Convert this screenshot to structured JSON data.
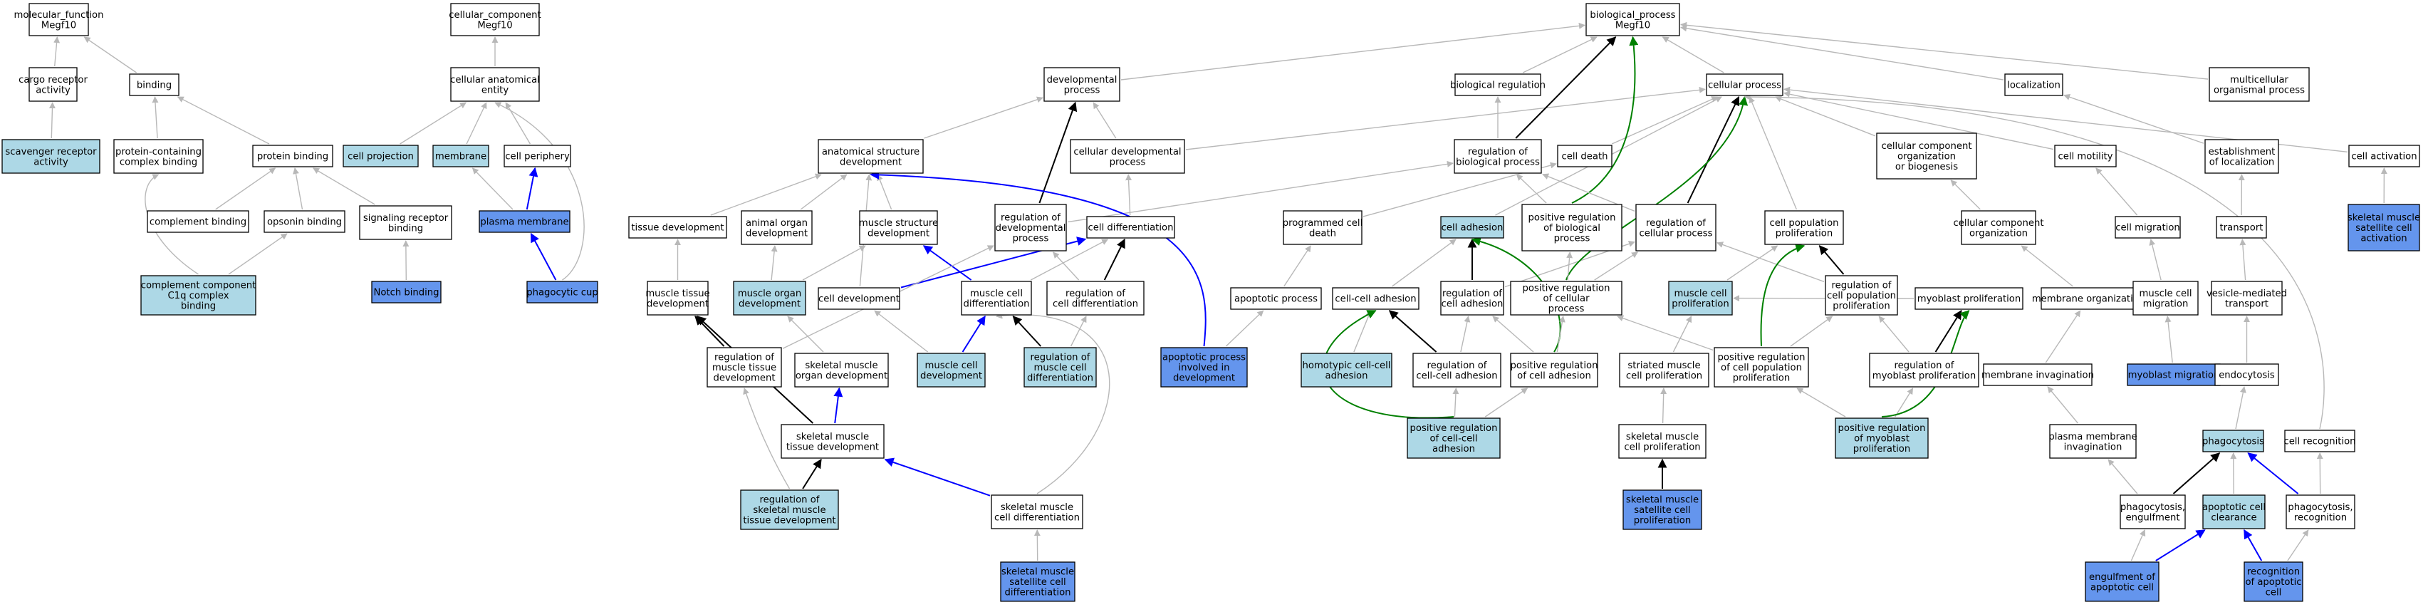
{
  "title": "",
  "colors": {
    "default_fill": "#ffffff",
    "light_blue": "#add8e6",
    "cornflower": "#6495ed",
    "edge_gray": "#b8b8b8",
    "edge_black": "#000000",
    "edge_blue": "#0000ff",
    "edge_green": "#008000"
  },
  "nodes": [
    {
      "id": "mf",
      "lines": [
        "molecular_function",
        "Megf10"
      ],
      "fill": "default"
    },
    {
      "id": "cargo",
      "lines": [
        "cargo receptor",
        "activity"
      ],
      "fill": "default"
    },
    {
      "id": "scav",
      "lines": [
        "scavenger receptor",
        "activity"
      ],
      "fill": "light"
    },
    {
      "id": "binding",
      "lines": [
        "binding"
      ],
      "fill": "default"
    },
    {
      "id": "pccb",
      "lines": [
        "protein-containing",
        "complex binding"
      ],
      "fill": "default"
    },
    {
      "id": "protbind",
      "lines": [
        "protein binding"
      ],
      "fill": "default"
    },
    {
      "id": "compbind",
      "lines": [
        "complement binding"
      ],
      "fill": "default"
    },
    {
      "id": "opsbind",
      "lines": [
        "opsonin binding"
      ],
      "fill": "default"
    },
    {
      "id": "sigrec",
      "lines": [
        "signaling receptor",
        "binding"
      ],
      "fill": "default"
    },
    {
      "id": "c1q",
      "lines": [
        "complement component",
        "C1q complex",
        "binding"
      ],
      "fill": "light"
    },
    {
      "id": "notch",
      "lines": [
        "Notch binding"
      ],
      "fill": "dark"
    },
    {
      "id": "cc",
      "lines": [
        "cellular_component",
        "Megf10"
      ],
      "fill": "default"
    },
    {
      "id": "cae",
      "lines": [
        "cellular anatomical",
        "entity"
      ],
      "fill": "default"
    },
    {
      "id": "cellproj",
      "lines": [
        "cell projection"
      ],
      "fill": "light"
    },
    {
      "id": "membrane",
      "lines": [
        "membrane"
      ],
      "fill": "light"
    },
    {
      "id": "cellper",
      "lines": [
        "cell periphery"
      ],
      "fill": "default"
    },
    {
      "id": "plasmem",
      "lines": [
        "plasma membrane"
      ],
      "fill": "dark"
    },
    {
      "id": "phagcup",
      "lines": [
        "phagocytic cup"
      ],
      "fill": "dark"
    },
    {
      "id": "bp",
      "lines": [
        "biological_process",
        "Megf10"
      ],
      "fill": "default"
    },
    {
      "id": "devproc",
      "lines": [
        "developmental",
        "process"
      ],
      "fill": "default"
    },
    {
      "id": "bioreg",
      "lines": [
        "biological regulation"
      ],
      "fill": "default"
    },
    {
      "id": "cellproc",
      "lines": [
        "cellular process"
      ],
      "fill": "default"
    },
    {
      "id": "local",
      "lines": [
        "localization"
      ],
      "fill": "default"
    },
    {
      "id": "multi",
      "lines": [
        "multicellular",
        "organismal process"
      ],
      "fill": "default"
    },
    {
      "id": "asd",
      "lines": [
        "anatomical structure",
        "development"
      ],
      "fill": "default"
    },
    {
      "id": "celldevproc",
      "lines": [
        "cellular developmental",
        "process"
      ],
      "fill": "default"
    },
    {
      "id": "regbio",
      "lines": [
        "regulation of",
        "biological process"
      ],
      "fill": "default"
    },
    {
      "id": "celldeath",
      "lines": [
        "cell death"
      ],
      "fill": "default"
    },
    {
      "id": "ccob",
      "lines": [
        "cellular component",
        "organization",
        "or biogenesis"
      ],
      "fill": "default"
    },
    {
      "id": "cellmot",
      "lines": [
        "cell motility"
      ],
      "fill": "default"
    },
    {
      "id": "estloc",
      "lines": [
        "establishment",
        "of localization"
      ],
      "fill": "default"
    },
    {
      "id": "cellact",
      "lines": [
        "cell activation"
      ],
      "fill": "default"
    },
    {
      "id": "tissdev",
      "lines": [
        "tissue development"
      ],
      "fill": "default"
    },
    {
      "id": "animorg",
      "lines": [
        "animal organ",
        "development"
      ],
      "fill": "default"
    },
    {
      "id": "musstr",
      "lines": [
        "muscle structure",
        "development"
      ],
      "fill": "default"
    },
    {
      "id": "regdev",
      "lines": [
        "regulation of",
        "developmental",
        "process"
      ],
      "fill": "default"
    },
    {
      "id": "celldiff",
      "lines": [
        "cell differentiation"
      ],
      "fill": "default"
    },
    {
      "id": "progdeath",
      "lines": [
        "programmed cell",
        "death"
      ],
      "fill": "default"
    },
    {
      "id": "celladh",
      "lines": [
        "cell adhesion"
      ],
      "fill": "light"
    },
    {
      "id": "posregbio",
      "lines": [
        "positive regulation",
        "of biological",
        "process"
      ],
      "fill": "default"
    },
    {
      "id": "regcell",
      "lines": [
        "regulation of",
        "cellular process"
      ],
      "fill": "default"
    },
    {
      "id": "cellpopprol",
      "lines": [
        "cell population",
        "proliferation"
      ],
      "fill": "default"
    },
    {
      "id": "ccorg",
      "lines": [
        "cellular component",
        "organization"
      ],
      "fill": "default"
    },
    {
      "id": "cellmig",
      "lines": [
        "cell migration"
      ],
      "fill": "default"
    },
    {
      "id": "transport",
      "lines": [
        "transport"
      ],
      "fill": "default"
    },
    {
      "id": "skmsatact",
      "lines": [
        "skeletal muscle",
        "satellite cell",
        "activation"
      ],
      "fill": "dark"
    },
    {
      "id": "mustiss",
      "lines": [
        "muscle tissue",
        "development"
      ],
      "fill": "default"
    },
    {
      "id": "musorg",
      "lines": [
        "muscle organ",
        "development"
      ],
      "fill": "light"
    },
    {
      "id": "celldev",
      "lines": [
        "cell development"
      ],
      "fill": "default"
    },
    {
      "id": "muscelldiff",
      "lines": [
        "muscle cell",
        "differentiation"
      ],
      "fill": "default"
    },
    {
      "id": "regcelldiff",
      "lines": [
        "regulation of",
        "cell differentiation"
      ],
      "fill": "default"
    },
    {
      "id": "apop",
      "lines": [
        "apoptotic process"
      ],
      "fill": "default"
    },
    {
      "id": "ccadh",
      "lines": [
        "cell-cell adhesion"
      ],
      "fill": "default"
    },
    {
      "id": "regcelladh",
      "lines": [
        "regulation of",
        "cell adhesion"
      ],
      "fill": "default"
    },
    {
      "id": "posregcell",
      "lines": [
        "positive regulation",
        "of cellular",
        "process"
      ],
      "fill": "default"
    },
    {
      "id": "muscellprol",
      "lines": [
        "muscle cell",
        "proliferation"
      ],
      "fill": "light"
    },
    {
      "id": "regcellpop",
      "lines": [
        "regulation of",
        "cell population",
        "proliferation"
      ],
      "fill": "default"
    },
    {
      "id": "myoprol",
      "lines": [
        "myoblast proliferation"
      ],
      "fill": "default"
    },
    {
      "id": "memorg",
      "lines": [
        "membrane organization"
      ],
      "fill": "default"
    },
    {
      "id": "muscellmig",
      "lines": [
        "muscle cell",
        "migration"
      ],
      "fill": "default"
    },
    {
      "id": "vesic",
      "lines": [
        "vesicle-mediated",
        "transport"
      ],
      "fill": "default"
    },
    {
      "id": "regmustiss",
      "lines": [
        "regulation of",
        "muscle tissue",
        "development"
      ],
      "fill": "default"
    },
    {
      "id": "skmorg",
      "lines": [
        "skeletal muscle",
        "organ development"
      ],
      "fill": "default"
    },
    {
      "id": "muscelldev",
      "lines": [
        "muscle cell",
        "development"
      ],
      "fill": "light"
    },
    {
      "id": "regmuscelldiff",
      "lines": [
        "regulation of",
        "muscle cell",
        "differentiation"
      ],
      "fill": "light"
    },
    {
      "id": "apopdev",
      "lines": [
        "apoptotic process",
        "involved in",
        "development"
      ],
      "fill": "dark"
    },
    {
      "id": "homotyp",
      "lines": [
        "homotypic cell-cell",
        "adhesion"
      ],
      "fill": "light"
    },
    {
      "id": "regccadh",
      "lines": [
        "regulation of",
        "cell-cell adhesion"
      ],
      "fill": "default"
    },
    {
      "id": "posregcelladh",
      "lines": [
        "positive regulation",
        "of cell adhesion"
      ],
      "fill": "default"
    },
    {
      "id": "strmus",
      "lines": [
        "striated muscle",
        "cell proliferation"
      ],
      "fill": "default"
    },
    {
      "id": "posregcellpop",
      "lines": [
        "positive regulation",
        "of cell population",
        "proliferation"
      ],
      "fill": "default"
    },
    {
      "id": "regmyo",
      "lines": [
        "regulation of",
        "myoblast proliferation"
      ],
      "fill": "default"
    },
    {
      "id": "meminv",
      "lines": [
        "membrane invagination"
      ],
      "fill": "default"
    },
    {
      "id": "myomig",
      "lines": [
        "myoblast migration"
      ],
      "fill": "dark"
    },
    {
      "id": "endo",
      "lines": [
        "endocytosis"
      ],
      "fill": "default"
    },
    {
      "id": "skmtiss",
      "lines": [
        "skeletal muscle",
        "tissue development"
      ],
      "fill": "default"
    },
    {
      "id": "posregccadh",
      "lines": [
        "positive regulation",
        "of cell-cell",
        "adhesion"
      ],
      "fill": "light"
    },
    {
      "id": "posregmyo",
      "lines": [
        "positive regulation",
        "of myoblast",
        "proliferation"
      ],
      "fill": "light"
    },
    {
      "id": "skmcellprol",
      "lines": [
        "skeletal muscle",
        "cell proliferation"
      ],
      "fill": "default"
    },
    {
      "id": "pminv",
      "lines": [
        "plasma membrane",
        "invagination"
      ],
      "fill": "default"
    },
    {
      "id": "phago",
      "lines": [
        "phagocytosis"
      ],
      "fill": "light"
    },
    {
      "id": "cellrec",
      "lines": [
        "cell recognition"
      ],
      "fill": "default"
    },
    {
      "id": "regskmtiss",
      "lines": [
        "regulation of",
        "skeletal muscle",
        "tissue development"
      ],
      "fill": "light"
    },
    {
      "id": "skmcelldiff",
      "lines": [
        "skeletal muscle",
        "cell differentiation"
      ],
      "fill": "default"
    },
    {
      "id": "skmsatprol",
      "lines": [
        "skeletal muscle",
        "satellite cell",
        "proliferation"
      ],
      "fill": "dark"
    },
    {
      "id": "phagengulf",
      "lines": [
        "phagocytosis,",
        "engulfment"
      ],
      "fill": "default"
    },
    {
      "id": "apopclear",
      "lines": [
        "apoptotic cell",
        "clearance"
      ],
      "fill": "light"
    },
    {
      "id": "phagrec",
      "lines": [
        "phagocytosis,",
        "recognition"
      ],
      "fill": "default"
    },
    {
      "id": "skmsatdiff",
      "lines": [
        "skeletal muscle",
        "satellite cell",
        "differentiation"
      ],
      "fill": "dark"
    },
    {
      "id": "engulf",
      "lines": [
        "engulfment of",
        "apoptotic cell"
      ],
      "fill": "dark"
    },
    {
      "id": "recapop",
      "lines": [
        "recognition",
        "of apoptotic",
        "cell"
      ],
      "fill": "dark"
    }
  ],
  "edges": [
    [
      "cargo",
      "mf",
      "gray"
    ],
    [
      "binding",
      "mf",
      "gray"
    ],
    [
      "scav",
      "cargo",
      "gray"
    ],
    [
      "pccb",
      "binding",
      "gray"
    ],
    [
      "protbind",
      "binding",
      "gray"
    ],
    [
      "compbind",
      "protbind",
      "gray"
    ],
    [
      "opsbind",
      "protbind",
      "gray"
    ],
    [
      "sigrec",
      "protbind",
      "gray"
    ],
    [
      "c1q",
      "pccb",
      "gray"
    ],
    [
      "c1q",
      "opsbind",
      "gray"
    ],
    [
      "notch",
      "sigrec",
      "gray"
    ],
    [
      "cae",
      "cc",
      "gray"
    ],
    [
      "cellproj",
      "cae",
      "gray"
    ],
    [
      "membrane",
      "cae",
      "gray"
    ],
    [
      "cellper",
      "cae",
      "gray"
    ],
    [
      "plasmem",
      "membrane",
      "gray"
    ],
    [
      "plasmem",
      "cellper",
      "blue"
    ],
    [
      "phagcup",
      "plasmem",
      "blue"
    ],
    [
      "phagcup",
      "cae",
      "gray"
    ],
    [
      "devproc",
      "bp",
      "gray"
    ],
    [
      "bioreg",
      "bp",
      "gray"
    ],
    [
      "cellproc",
      "bp",
      "gray"
    ],
    [
      "local",
      "bp",
      "gray"
    ],
    [
      "multi",
      "bp",
      "gray"
    ],
    [
      "asd",
      "devproc",
      "gray"
    ],
    [
      "celldevproc",
      "devproc",
      "gray"
    ],
    [
      "celldevproc",
      "cellproc",
      "gray"
    ],
    [
      "regbio",
      "bioreg",
      "gray"
    ],
    [
      "regbio",
      "bp",
      "black"
    ],
    [
      "celldeath",
      "cellproc",
      "gray"
    ],
    [
      "ccob",
      "cellproc",
      "gray"
    ],
    [
      "cellmot",
      "cellproc",
      "gray"
    ],
    [
      "estloc",
      "local",
      "gray"
    ],
    [
      "cellact",
      "cellproc",
      "gray"
    ],
    [
      "tissdev",
      "asd",
      "gray"
    ],
    [
      "animorg",
      "asd",
      "gray"
    ],
    [
      "musstr",
      "asd",
      "gray"
    ],
    [
      "regdev",
      "devproc",
      "black"
    ],
    [
      "regdev",
      "regbio",
      "gray"
    ],
    [
      "celldiff",
      "celldevproc",
      "gray"
    ],
    [
      "progdeath",
      "celldeath",
      "gray"
    ],
    [
      "celladh",
      "cellproc",
      "gray"
    ],
    [
      "posregbio",
      "regbio",
      "gray"
    ],
    [
      "posregbio",
      "bp",
      "green"
    ],
    [
      "regcell",
      "regbio",
      "gray"
    ],
    [
      "regcell",
      "cellproc",
      "black"
    ],
    [
      "cellpopprol",
      "cellproc",
      "gray"
    ],
    [
      "ccorg",
      "ccob",
      "gray"
    ],
    [
      "cellmig",
      "cellmot",
      "gray"
    ],
    [
      "transport",
      "estloc",
      "gray"
    ],
    [
      "skmsatact",
      "cellact",
      "gray"
    ],
    [
      "mustiss",
      "tissdev",
      "gray"
    ],
    [
      "musorg",
      "animorg",
      "gray"
    ],
    [
      "musorg",
      "musstr",
      "gray"
    ],
    [
      "celldev",
      "celldiff",
      "blue"
    ],
    [
      "celldev",
      "asd",
      "gray"
    ],
    [
      "muscelldiff",
      "celldiff",
      "gray"
    ],
    [
      "muscelldiff",
      "musstr",
      "blue"
    ],
    [
      "regcelldiff",
      "celldiff",
      "black"
    ],
    [
      "regcelldiff",
      "regdev",
      "gray"
    ],
    [
      "apop",
      "progdeath",
      "gray"
    ],
    [
      "ccadh",
      "celladh",
      "gray"
    ],
    [
      "regcelladh",
      "celladh",
      "black"
    ],
    [
      "regcelladh",
      "regcell",
      "gray"
    ],
    [
      "posregcell",
      "regcell",
      "gray"
    ],
    [
      "posregcell",
      "cellproc",
      "green"
    ],
    [
      "posregcell",
      "posregbio",
      "gray"
    ],
    [
      "muscellprol",
      "cellpopprol",
      "gray"
    ],
    [
      "regcellpop",
      "cellpopprol",
      "black"
    ],
    [
      "regcellpop",
      "regcell",
      "gray"
    ],
    [
      "myoprol",
      "muscellprol",
      "gray"
    ],
    [
      "memorg",
      "ccorg",
      "gray"
    ],
    [
      "muscellmig",
      "cellmig",
      "gray"
    ],
    [
      "vesic",
      "transport",
      "gray"
    ],
    [
      "regmustiss",
      "mustiss",
      "black"
    ],
    [
      "regmustiss",
      "regdev",
      "gray"
    ],
    [
      "skmorg",
      "musorg",
      "gray"
    ],
    [
      "muscelldev",
      "muscelldiff",
      "blue"
    ],
    [
      "muscelldev",
      "celldev",
      "gray"
    ],
    [
      "regmuscelldiff",
      "muscelldiff",
      "black"
    ],
    [
      "regmuscelldiff",
      "regcelldiff",
      "gray"
    ],
    [
      "apopdev",
      "apop",
      "gray"
    ],
    [
      "apopdev",
      "asd",
      "blue"
    ],
    [
      "homotyp",
      "ccadh",
      "gray"
    ],
    [
      "regccadh",
      "ccadh",
      "black"
    ],
    [
      "regccadh",
      "regcelladh",
      "gray"
    ],
    [
      "posregcelladh",
      "regcelladh",
      "gray"
    ],
    [
      "posregcelladh",
      "celladh",
      "green"
    ],
    [
      "posregcelladh",
      "posregcell",
      "gray"
    ],
    [
      "strmus",
      "muscellprol",
      "gray"
    ],
    [
      "posregcellpop",
      "regcellpop",
      "gray"
    ],
    [
      "posregcellpop",
      "cellpopprol",
      "green"
    ],
    [
      "posregcellpop",
      "posregcell",
      "gray"
    ],
    [
      "regmyo",
      "myoprol",
      "black"
    ],
    [
      "regmyo",
      "regcellpop",
      "gray"
    ],
    [
      "meminv",
      "memorg",
      "gray"
    ],
    [
      "myomig",
      "muscellmig",
      "gray"
    ],
    [
      "endo",
      "vesic",
      "gray"
    ],
    [
      "skmtiss",
      "mustiss",
      "black"
    ],
    [
      "skmtiss",
      "skmorg",
      "blue"
    ],
    [
      "posregccadh",
      "regccadh",
      "gray"
    ],
    [
      "posregccadh",
      "ccadh",
      "green"
    ],
    [
      "posregccadh",
      "posregcelladh",
      "gray"
    ],
    [
      "posregmyo",
      "regmyo",
      "gray"
    ],
    [
      "posregmyo",
      "myoprol",
      "green"
    ],
    [
      "posregmyo",
      "posregcellpop",
      "gray"
    ],
    [
      "skmcellprol",
      "strmus",
      "gray"
    ],
    [
      "pminv",
      "meminv",
      "gray"
    ],
    [
      "phago",
      "endo",
      "gray"
    ],
    [
      "cellrec",
      "cellproc",
      "gray"
    ],
    [
      "regskmtiss",
      "skmtiss",
      "black"
    ],
    [
      "regskmtiss",
      "regmustiss",
      "gray"
    ],
    [
      "skmcelldiff",
      "skmtiss",
      "blue"
    ],
    [
      "skmcelldiff",
      "muscelldiff",
      "gray"
    ],
    [
      "skmsatprol",
      "skmcellprol",
      "black"
    ],
    [
      "phagengulf",
      "phago",
      "black"
    ],
    [
      "phagengulf",
      "pminv",
      "gray"
    ],
    [
      "apopclear",
      "phago",
      "gray"
    ],
    [
      "phagrec",
      "phago",
      "blue"
    ],
    [
      "phagrec",
      "cellrec",
      "gray"
    ],
    [
      "skmsatdiff",
      "skmcelldiff",
      "gray"
    ],
    [
      "engulf",
      "apopclear",
      "blue"
    ],
    [
      "engulf",
      "phagengulf",
      "gray"
    ],
    [
      "recapop",
      "apopclear",
      "blue"
    ],
    [
      "recapop",
      "phagrec",
      "gray"
    ]
  ]
}
